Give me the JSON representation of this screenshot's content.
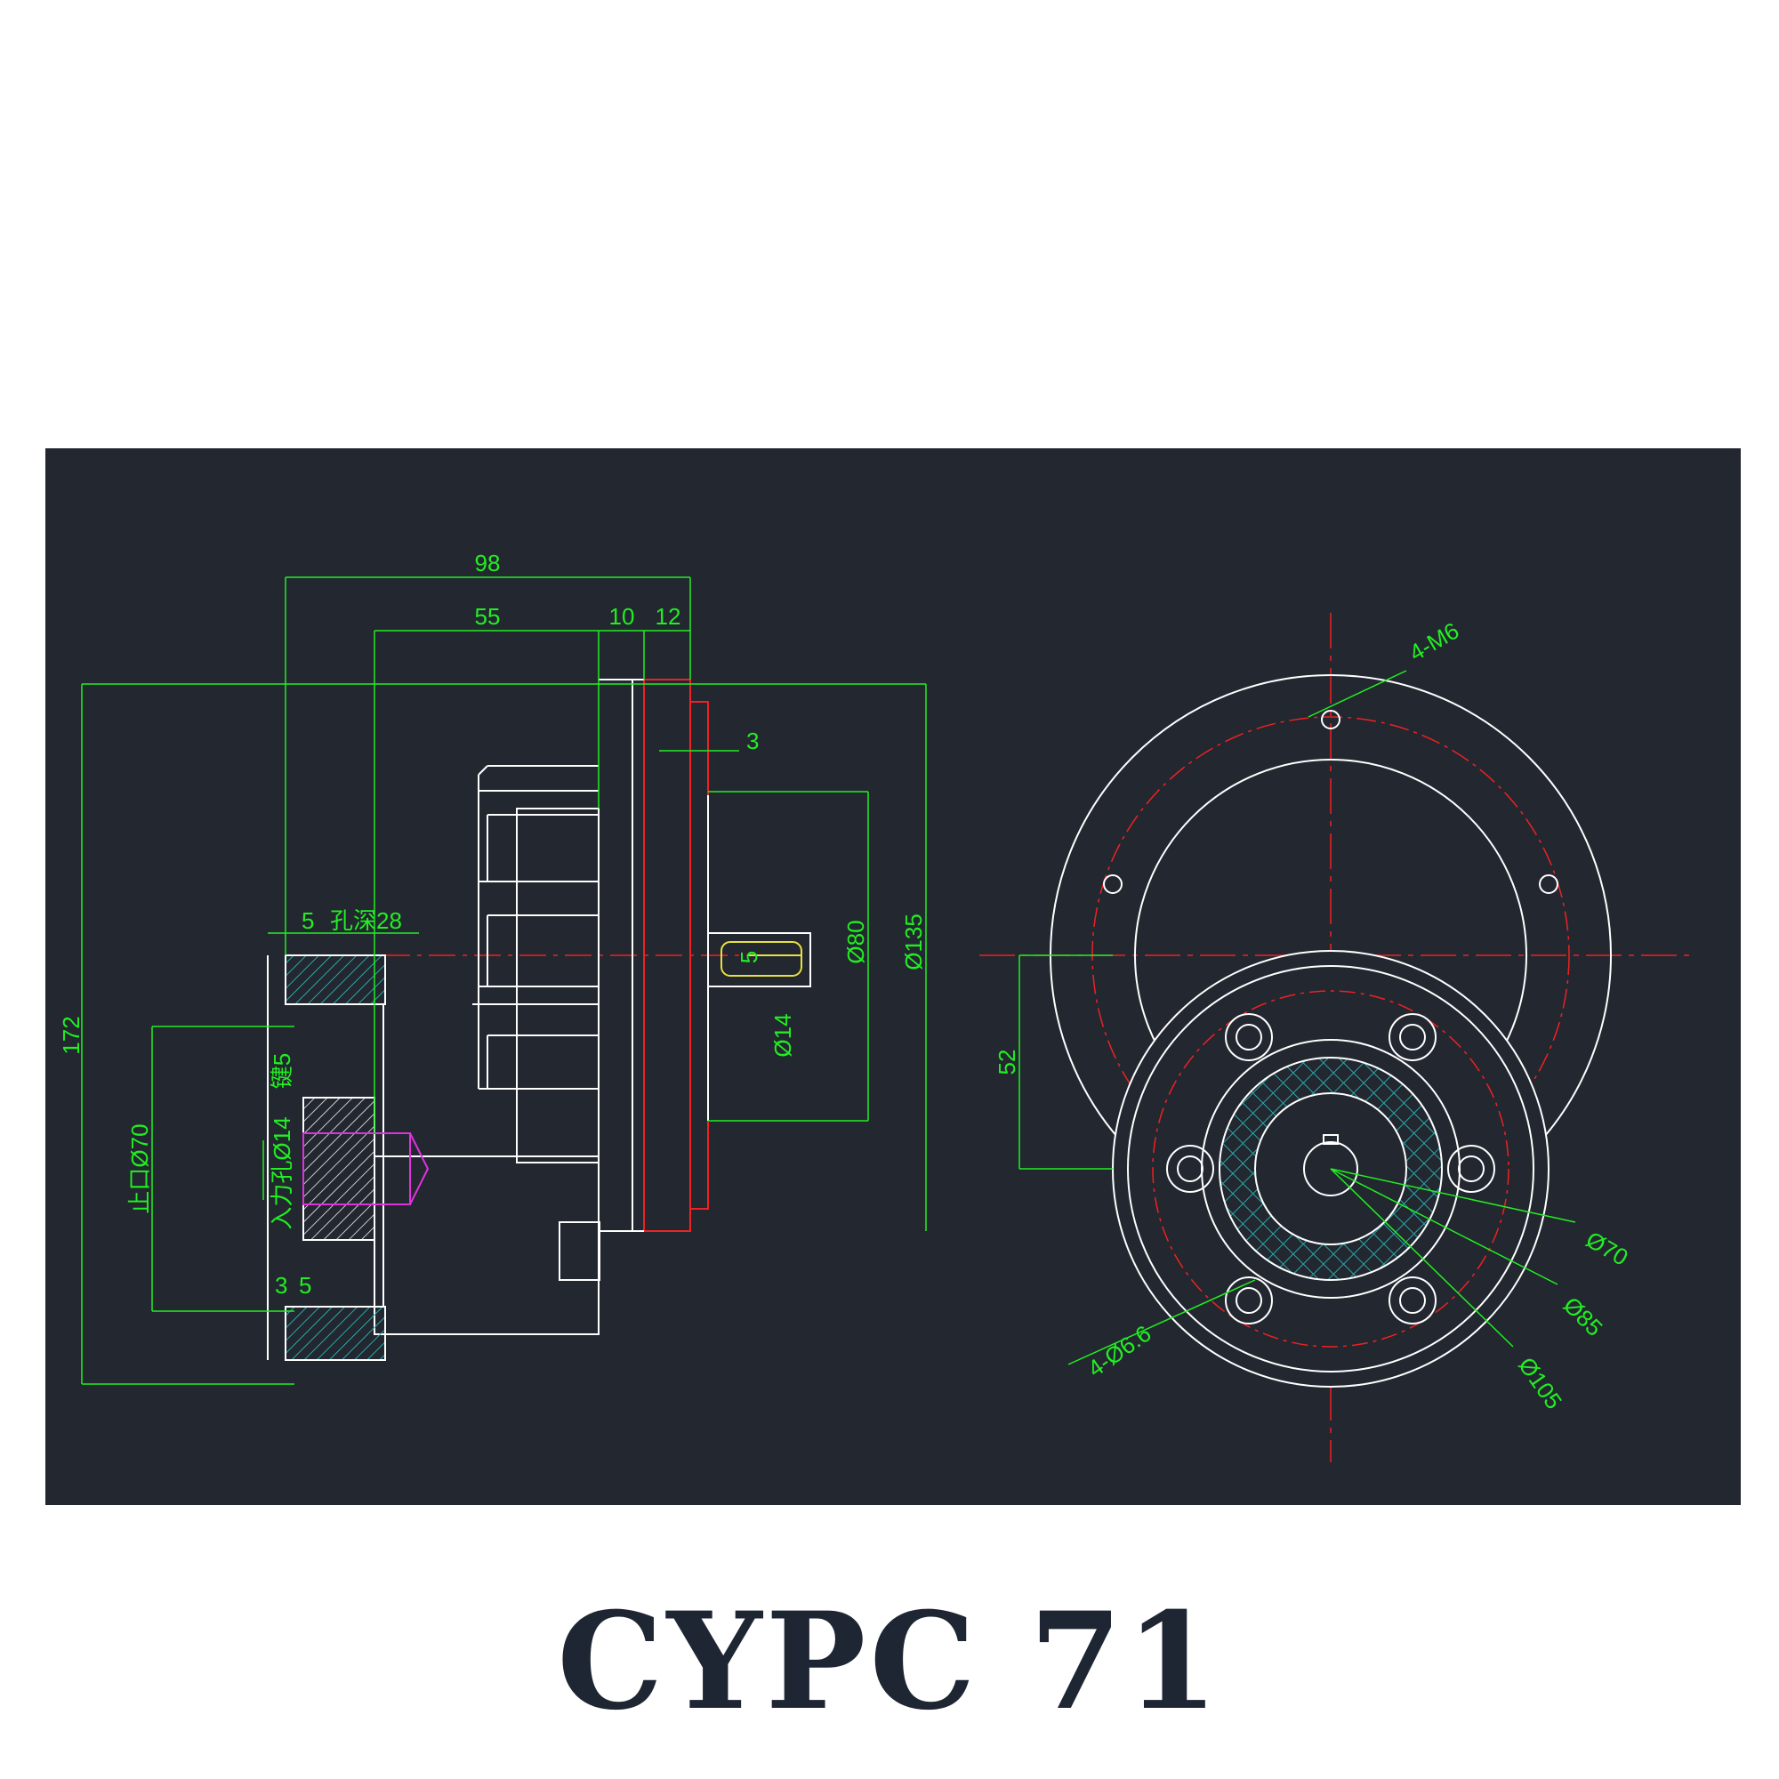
{
  "title": "CYPC 71",
  "colors": {
    "background": "#222730",
    "outline": "#ffffff",
    "dimension": "#22ee22",
    "centerline": "#ee2222",
    "hatch": "#2aa8a8",
    "bore_highlight": "#dd33dd",
    "key_highlight": "#e8e040"
  },
  "side_view": {
    "dims": {
      "overall_length": "98",
      "body_length": "55",
      "step_10": "10",
      "step_12": "12",
      "flange_step": "3",
      "overall_height": "172",
      "bolt_circle": "Ø135",
      "pilot": "Ø80",
      "shaft": "Ø14",
      "key_width": "5",
      "flange_thickness": "5",
      "hole_depth": "孔深28",
      "spigot": "止口Ø70",
      "input_bore": "入力孔Ø14",
      "input_key": "键5",
      "small_step_a": "3",
      "small_step_b": "5"
    }
  },
  "end_view": {
    "dims": {
      "tapped_holes": "4-M6",
      "center_offset": "52",
      "d70": "Ø70",
      "d85": "Ø85",
      "d105": "Ø105",
      "through_holes": "4-Ø6.6"
    }
  }
}
